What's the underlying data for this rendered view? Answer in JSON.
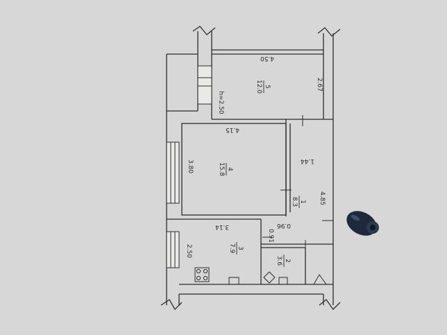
{
  "plan": {
    "dimensions": {
      "room5_width": "4.50",
      "room5_length": "2.67",
      "ceiling_height": "h=2.50",
      "room4_width": "4.15",
      "room4_length": "3.80",
      "corridor_width": "1.44",
      "corridor_length": "4.85",
      "kitchen_width": "3.14",
      "kitchen_length": "2.50",
      "small_a": "0.96",
      "small_b": "0.91"
    },
    "rooms": [
      {
        "number": "5",
        "area": "12.0"
      },
      {
        "number": "4",
        "area": "15.8"
      },
      {
        "number": "1",
        "area": "8.3"
      },
      {
        "number": "3",
        "area": "7.9"
      },
      {
        "number": "2",
        "area": "3.6"
      }
    ]
  },
  "colors": {
    "paper": "#dddedd",
    "ink": "#2b2b2b",
    "marker": "#1e2a3c"
  }
}
